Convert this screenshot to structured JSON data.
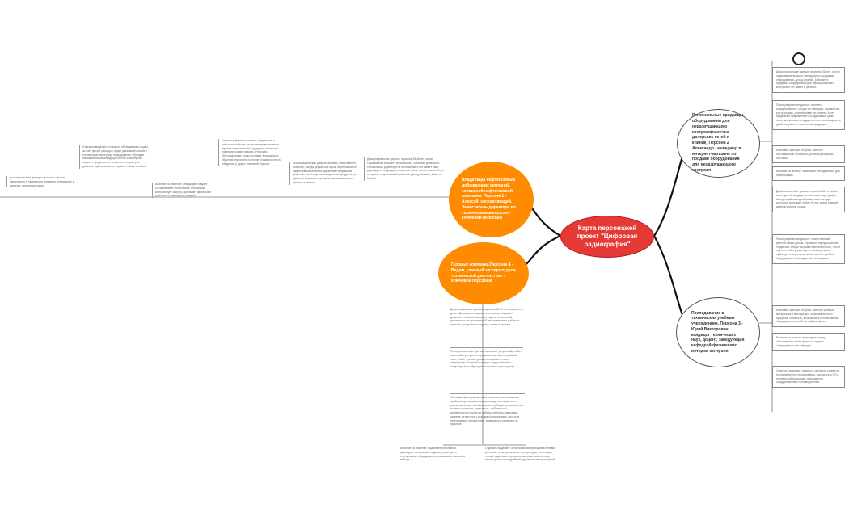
{
  "center": {
    "label": "Карта персонажей проект \"Цифровая радиография\""
  },
  "branches": {
    "left_top": {
      "label": "Владельцы нефтегазовых добывающих компаний, сервисной нефтегазовой компании. Персона 1 - Алексей, составляющий. Заместитель директора по техническим вопросам - ключевой персонаж",
      "notes": [
        "Демографические данные: мужчина 35-45 лет, женат. Образование высшее (техническое). Занимает должность технического директора на протяжении 5 лет, имеет опыт руководства подразделениями контроля, на протяжении 5 лет в отрасли нефтегазовой компании. Доход высокий, живет в Москве",
        "Психографические данные: активен, ответственен, стабилен, всегда держится в курсе, ищет наиболее эффективные решения, проактивен в принятии решений, часто ищет инновационные продукты для развития компании, стремится минимизировать простои и аварии.",
        "Ключевые факторы покупки: надежность и работоспособность на производстве; наличие сервиса и технической поддержки; стоимость владения; совместимость с текущим оборудованием; сроки поставки; возможность обучения персонала; наличие отзывов и опыта внедрения у других компаний отрасли.",
        "Влияние на решение: утверждает бюджет, согласовывает технические требования, контролирует закупку, принимает финальное решение по выбору поставщика.",
        "Отдельно выделяет стоимость обслуживания и цикл, за счет прочих расходов, ведет детальный анализ и техническую экспертизу оборудования; обращает внимание на рекомендации коллег и экспертов отрасли; предпочитает решения, которые уже доказали эффективность, изучает отзывы и кейсы.",
        "Дополнительные факторы: высокие объемы, уверенность в надежности компании, стремление к качеству, дорогая доставка"
      ]
    },
    "left_bottom": {
      "label": "Газовые компании.Персона 4 - Вадим, главный эксперт отдела технической диагностики - ключевой персонаж",
      "notes": [
        "Демографические данные: мужчина 30-40 лет, женат, есть дети, образование высшее техническое, занимает должность главного эксперта отдела технической диагностики на протяжении 5 лет, имеет опыт работы в отрасли, доход выше среднего, живет в регионе.",
        "Психографические данные: активный, уверенный, любит свою работу, стремится развиваться, имеет хороший опыт, любит учиться, дисциплинирован, готов к изменениям. Главный эксперт и лидер мнений, к которому часто обращаются коллеги и руководство.",
        "Ключевые факторы принятия решения: использование приборов при выполнении производства на вахтах и в разных регионах, использование приборов для контроля в полевых условиях; надежность, мобильность, компактность и удобство работы, точность измерений, наличие детекторов с высоким разрешением, простота программного обеспечения, возможность проверки на практике.",
        "Влияние на решение: выдвигает требования, формирует техническое задание, участвует в тестировании оборудования, высказывает мнение о выборе.",
        "Отдельно выделяет: использование приборов в полевых условиях, в экстремальных температурах, использует только надежные и проверенные решения, поэтому важны демо и тест-драйв оборудования перед покупкой."
      ]
    },
    "right_top": {
      "label": "Региональные продавцы оборудования для неразрушающего контроля(наличие дилерских сетей и клиник) Персона 2 Александр - менеджер в интернет-магазине по продаже оборудования для неразрушающего контроля",
      "notes": [
        "Демографические данные: мужчина, 30 лет, холост, образование высшее, менеджер по продажам оборудования, доход средний, работает в продажах оборудования для неразрушающего контроля 5 лет, живет в регионе.",
        "Психографические данные: активен, коммуникабелен, следит за трендами, стремится к росту продаж, ориентирован на клиента, хочет предлагать современное оборудование, ценит понятные условия сотрудничества с поставщиком и удобство работы с каталогом продукции.",
        "Ключевые факторы покупки: наличие сертификатов, стоимость, условия дилерской поставки.",
        "Влияние на покупку: заказывает оборудование для перепродажи."
      ]
    },
    "right_bottom": {
      "label": "Преподавание в технических учебных учреждениях. Персона 3 - Юрий Викторович, кандидат технических наук, доцент, заведующий кафедрой физических методов контроля",
      "notes": [
        "Демографические данные: мужчина 50 лет, женат, имеет детей, кандидат технических наук, доцент, заведующий кафедрой физических методов контроля, преподает более 20 лет, доход средний, живет в крупном городе.",
        "Психографические данные: ответственный, увлечен своим делом, стремится передать знания студентам, следит за развитием технологий, любит научную работу, участвует в конференциях, публикует статьи, ценит качественное учебное оборудование и методические материалы.",
        "Ключевые факторы покупки: наличие учебных материалов и методик для образовательного процесса, стоимость, возможность использования оборудования в учебных лабораториях.",
        "Влияние на покупку: формирует заявку, обосновывает необходимость закупки оборудования для кафедры.",
        "Отдельно выделяет: важность обучения студентов на современном оборудовании, доступность ПО и технической поддержки, возможность сотрудничества с производителем."
      ]
    }
  }
}
